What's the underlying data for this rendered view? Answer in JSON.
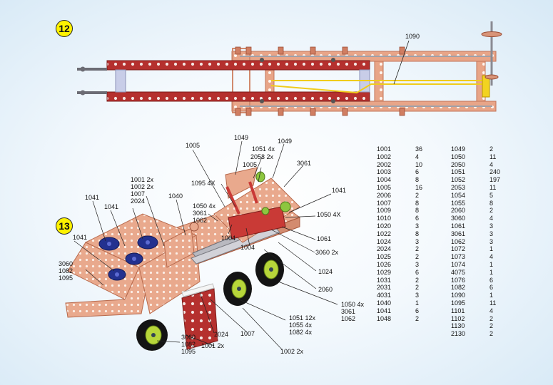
{
  "steps": {
    "step_a": "12",
    "step_b": "13"
  },
  "top_callout": "1090",
  "callouts": {
    "c1005a": "1005",
    "c1049a": "1049",
    "c1051": "1051 4x",
    "c2053": "2053 2x",
    "c1005b": "1005",
    "c1049b": "1049",
    "c3061": "3061",
    "c1095": "1095 4X",
    "c1001_1002": [
      "1001 2x",
      "1002 2x",
      "1007",
      "2024"
    ],
    "c1040": "1040",
    "c1041a": "1041",
    "c1041b": "1041",
    "c1041c": "1041",
    "c1041d": "1041",
    "c1050": [
      "1050 4x",
      "3061",
      "1062"
    ],
    "c1050x": "1050 4X",
    "c1004a": "1004",
    "c1004b": "1004",
    "c1061": "1061",
    "c3060": "3060 2x",
    "c1024": "1024",
    "c2060": "2060",
    "c3060_1082": [
      "3060",
      "1082",
      "1095"
    ],
    "c1050_bottom": [
      "1050 4x",
      "3061",
      "1062"
    ],
    "c1051_bottom": [
      "1051 12x",
      "1055 4x",
      "1082 4x"
    ],
    "c2024": "2024",
    "c1007": "1007",
    "c1002_2x": "1002 2x",
    "c3060_bottom": [
      "3060",
      "1082",
      "1095"
    ],
    "c1001_2x": "1001 2x"
  },
  "parts_list_1": [
    [
      "1001",
      "36"
    ],
    [
      "1002",
      "4"
    ],
    [
      "2002",
      "10"
    ],
    [
      "1003",
      "6"
    ],
    [
      "1004",
      "8"
    ],
    [
      "1005",
      "16"
    ],
    [
      "2006",
      "2"
    ],
    [
      "1007",
      "8"
    ],
    [
      "1009",
      "8"
    ],
    [
      "1010",
      "6"
    ],
    [
      "1020",
      "3"
    ],
    [
      "1022",
      "8"
    ],
    [
      "1024",
      "3"
    ],
    [
      "2024",
      "2"
    ],
    [
      "1025",
      "2"
    ],
    [
      "1026",
      "3"
    ],
    [
      "1029",
      "6"
    ],
    [
      "1031",
      "2"
    ],
    [
      "2031",
      "2"
    ],
    [
      "4031",
      "3"
    ],
    [
      "1040",
      "1"
    ],
    [
      "1041",
      "6"
    ],
    [
      "1048",
      "2"
    ]
  ],
  "parts_list_2": [
    [
      "1049",
      "2"
    ],
    [
      "1050",
      "11"
    ],
    [
      "2050",
      "4"
    ],
    [
      "1051",
      "240"
    ],
    [
      "1052",
      "197"
    ],
    [
      "2053",
      "11"
    ],
    [
      "1054",
      "5"
    ],
    [
      "1055",
      "8"
    ],
    [
      "2060",
      "2"
    ],
    [
      "3060",
      "4"
    ],
    [
      "1061",
      "3"
    ],
    [
      "3061",
      "3"
    ],
    [
      "1062",
      "3"
    ],
    [
      "1072",
      "1"
    ],
    [
      "1073",
      "4"
    ],
    [
      "1074",
      "1"
    ],
    [
      "4075",
      "1"
    ],
    [
      "1076",
      "6"
    ],
    [
      "1082",
      "6"
    ],
    [
      "1090",
      "1"
    ],
    [
      "1095",
      "11"
    ],
    [
      "1101",
      "4"
    ],
    [
      "1102",
      "2"
    ],
    [
      "1130",
      "2"
    ],
    [
      "2130",
      "2"
    ]
  ]
}
